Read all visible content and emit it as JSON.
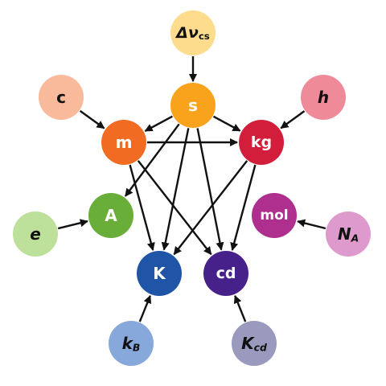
{
  "diagram": {
    "nodes": [
      {
        "id": "dvcs",
        "main": "Δν",
        "sub": "cs",
        "italic_main": true,
        "color": "#FDDC8E",
        "dark_text": true
      },
      {
        "id": "s",
        "main": "s",
        "sub": "",
        "italic_main": false,
        "color": "#F9A31C",
        "dark_text": false
      },
      {
        "id": "c",
        "main": "c",
        "sub": "",
        "italic_main": false,
        "color": "#F9B99B",
        "dark_text": true
      },
      {
        "id": "h",
        "main": "h",
        "sub": "",
        "italic_main": true,
        "color": "#EF8A98",
        "dark_text": true
      },
      {
        "id": "m",
        "main": "m",
        "sub": "",
        "italic_main": false,
        "color": "#F26B22",
        "dark_text": false
      },
      {
        "id": "kg",
        "main": "kg",
        "sub": "",
        "italic_main": false,
        "color": "#D21E3A",
        "dark_text": false
      },
      {
        "id": "A",
        "main": "A",
        "sub": "",
        "italic_main": false,
        "color": "#6AAE3A",
        "dark_text": false
      },
      {
        "id": "mol",
        "main": "mol",
        "sub": "",
        "italic_main": false,
        "color": "#AF2F8E",
        "dark_text": false
      },
      {
        "id": "e",
        "main": "e",
        "sub": "",
        "italic_main": true,
        "color": "#BDE09B",
        "dark_text": true
      },
      {
        "id": "NA",
        "main": "N",
        "sub": "A",
        "italic_main": true,
        "color": "#DE9ACD",
        "dark_text": true
      },
      {
        "id": "K",
        "main": "K",
        "sub": "",
        "italic_main": false,
        "color": "#1F54A6",
        "dark_text": false
      },
      {
        "id": "cd",
        "main": "cd",
        "sub": "",
        "italic_main": false,
        "color": "#46218A",
        "dark_text": false
      },
      {
        "id": "kB",
        "main": "k",
        "sub": "B",
        "italic_main": true,
        "color": "#86A8DB",
        "dark_text": true
      },
      {
        "id": "Kcd",
        "main": "K",
        "sub": "cd",
        "italic_main": true,
        "color": "#9A9ABF",
        "dark_text": true
      }
    ],
    "edges": [
      {
        "from": "dvcs",
        "to": "s"
      },
      {
        "from": "c",
        "to": "m"
      },
      {
        "from": "h",
        "to": "kg"
      },
      {
        "from": "e",
        "to": "A"
      },
      {
        "from": "NA",
        "to": "mol"
      },
      {
        "from": "kB",
        "to": "K"
      },
      {
        "from": "Kcd",
        "to": "cd"
      },
      {
        "from": "s",
        "to": "m"
      },
      {
        "from": "s",
        "to": "kg"
      },
      {
        "from": "m",
        "to": "kg"
      },
      {
        "from": "s",
        "to": "A"
      },
      {
        "from": "s",
        "to": "K"
      },
      {
        "from": "s",
        "to": "cd"
      },
      {
        "from": "m",
        "to": "K"
      },
      {
        "from": "m",
        "to": "cd"
      },
      {
        "from": "kg",
        "to": "K"
      },
      {
        "from": "kg",
        "to": "cd"
      }
    ]
  }
}
